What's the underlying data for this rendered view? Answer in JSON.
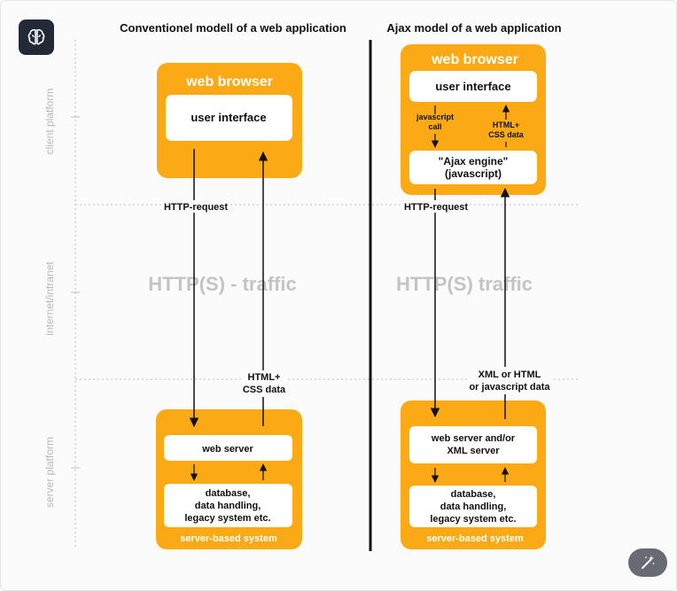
{
  "left": {
    "title": "Conventionel modell of a web application",
    "browser_title": "web browser",
    "ui": "user interface",
    "http_request": "HTTP-request",
    "traffic": "HTTP(S) - traffic",
    "response": [
      "HTML+",
      "CSS data"
    ],
    "web_server": "web server",
    "database": [
      "database,",
      "data handling,",
      "legacy system etc."
    ],
    "server_system": "server-based system"
  },
  "right": {
    "title": "Ajax model of a web application",
    "browser_title": "web browser",
    "ui": "user interface",
    "js_call": [
      "javascript",
      "call"
    ],
    "html_css": [
      "HTML+",
      "CSS data"
    ],
    "engine": [
      "\"Ajax engine\"",
      "(javascript)"
    ],
    "http_request": "HTTP-request",
    "traffic": "HTTP(S) traffic",
    "response": [
      "XML or HTML",
      "or javascript data"
    ],
    "web_server": [
      "web server and/or",
      "XML server"
    ],
    "database": [
      "database,",
      "data handling,",
      "legacy system etc."
    ],
    "server_system": "server-based system"
  },
  "side_labels": {
    "client": "client platform",
    "internet": "internet/intranet",
    "server": "server platform"
  },
  "colors": {
    "orange": "#fba914",
    "box_white": "#ffffff",
    "title_bg": "#ffffff",
    "badge_bg": "#232a37",
    "fab_bg": "#676c74"
  },
  "icons": {
    "top_left": "brain-icon",
    "bottom_right": "magic-wand-icon"
  }
}
